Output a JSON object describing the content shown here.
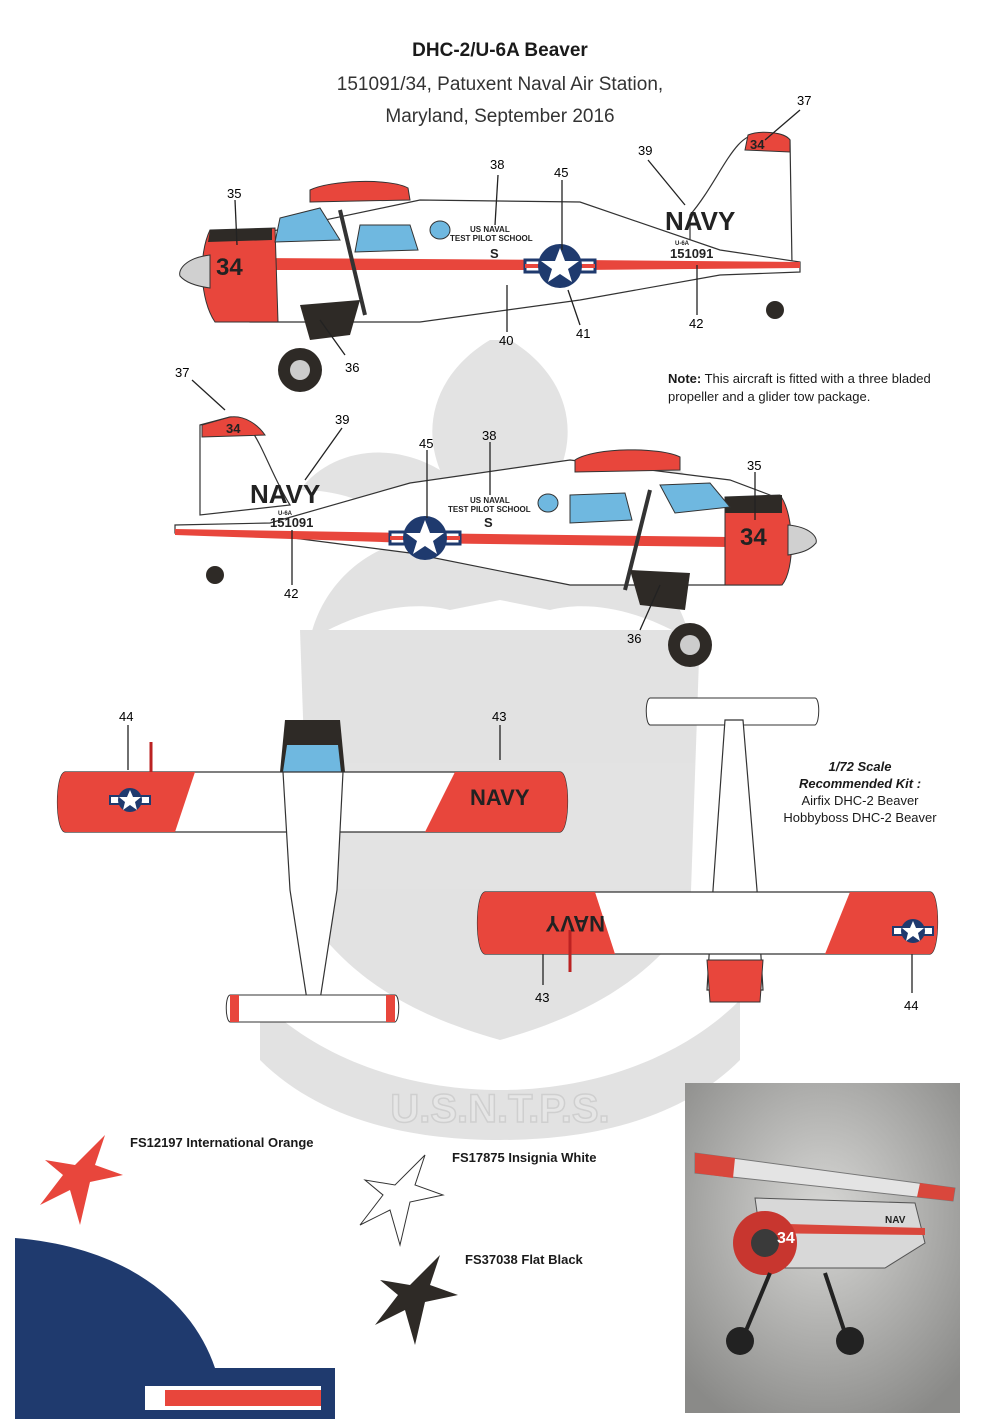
{
  "header": {
    "title": "DHC-2/U-6A Beaver",
    "line1": "151091/34, Patuxent Naval Air Station,",
    "line2": "Maryland, September 2016"
  },
  "markings": {
    "code": "34",
    "navy": "NAVY",
    "serial": "151091",
    "serial_prefix": "U-6A",
    "school_line1": "US NAVAL",
    "school_line2": "TEST PILOT SCHOOL",
    "school_letter": "S"
  },
  "callouts_side1": [
    "35",
    "38",
    "45",
    "39",
    "37",
    "36",
    "40",
    "41",
    "42"
  ],
  "callouts_side2": [
    "37",
    "39",
    "45",
    "38",
    "35",
    "42",
    "36"
  ],
  "callouts_plan": [
    "44",
    "43",
    "43",
    "44"
  ],
  "note": {
    "label": "Note:",
    "text": "This aircraft is fitted with a three bladed propeller and a glider tow package."
  },
  "scale_box": {
    "scale": "1/72 Scale",
    "recommended": "Recommended Kit :",
    "kit1": "Airfix DHC-2 Beaver",
    "kit2": "Hobbyboss DHC-2 Beaver"
  },
  "swatches": [
    {
      "label": "FS12197 International Orange",
      "color": "#e8463c"
    },
    {
      "label": "FS17875 Insignia White",
      "color": "#ffffff"
    },
    {
      "label": "FS37038 Flat Black",
      "color": "#2e2a26"
    }
  ],
  "watermark": "U.S.N.T.P.S.",
  "colors": {
    "orange": "#e8463c",
    "black": "#2e2a26",
    "blue": "#1f3a6e",
    "canopy": "#6fb8e0"
  }
}
